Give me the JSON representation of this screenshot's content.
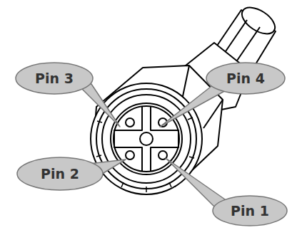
{
  "diagram": {
    "nodes": [
      {
        "text": [
          "Pin 3"
        ]
      },
      {
        "text": [
          "Pin 4"
        ]
      },
      {
        "text": [
          "Pin 2"
        ]
      },
      {
        "text": [
          "Pin 1"
        ]
      }
    ]
  }
}
